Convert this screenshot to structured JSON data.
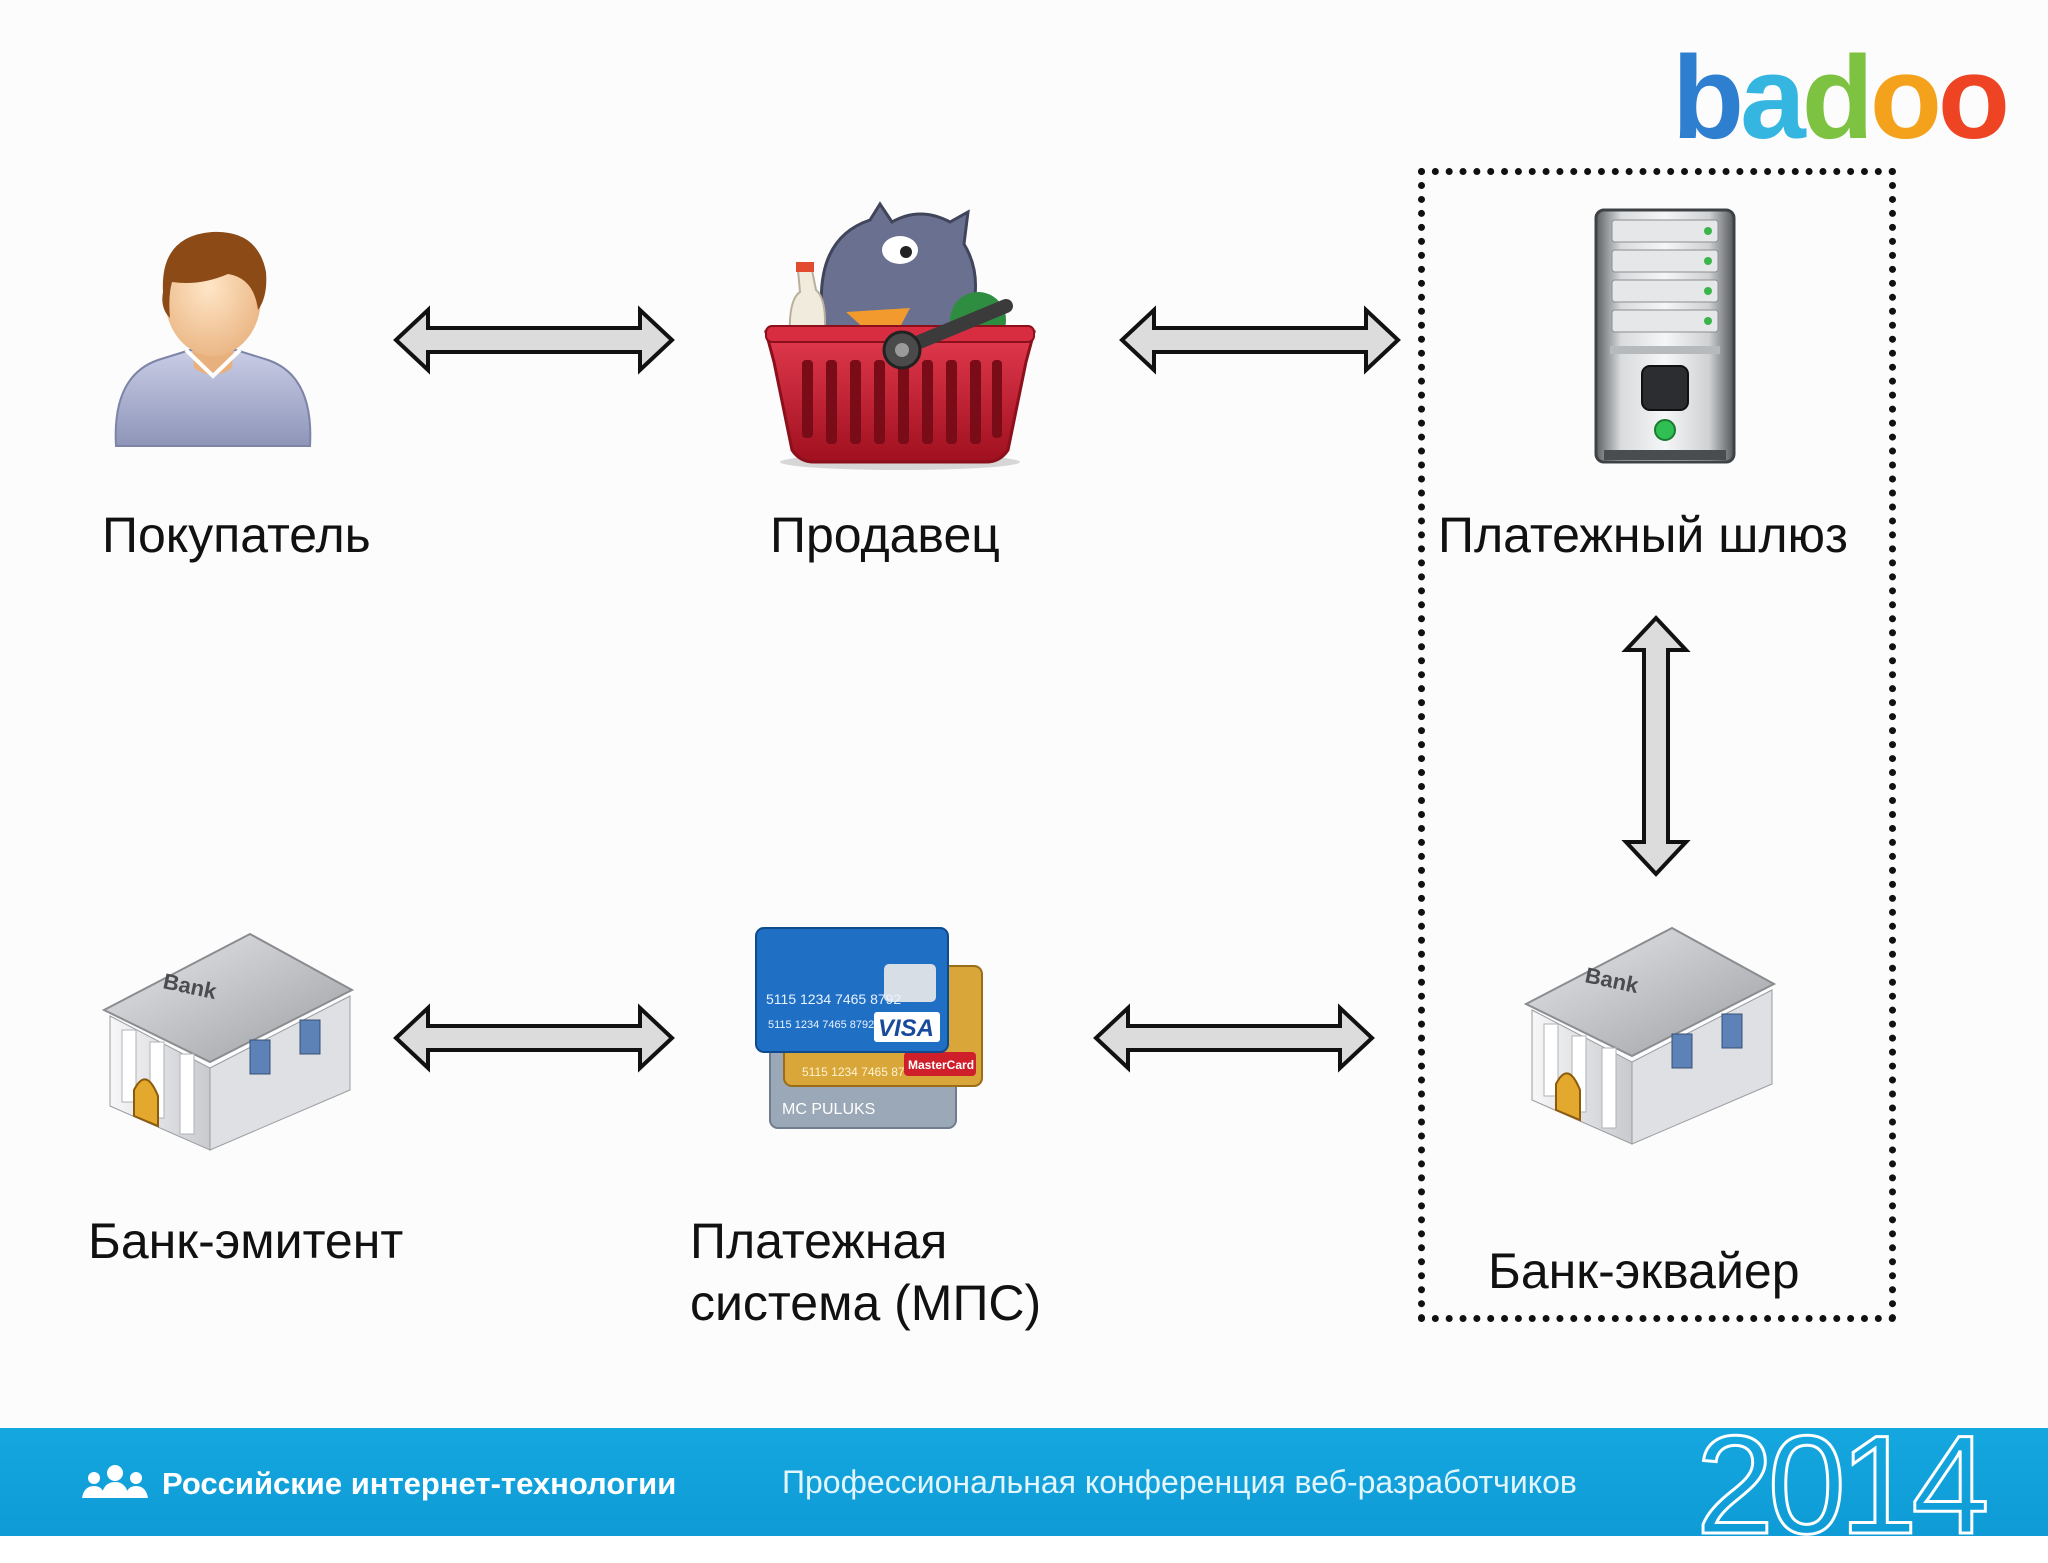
{
  "logo": {
    "letters": [
      "b",
      "a",
      "d",
      "o",
      "o"
    ],
    "colors": [
      "#2f7fd0",
      "#35b6e0",
      "#7dc241",
      "#f4a21b",
      "#ee4423"
    ]
  },
  "nodes": {
    "buyer": "Покупатель",
    "seller": "Продавец",
    "gateway": "Платежный шлюз",
    "issuer": "Банк-эмитент",
    "mps_line1": "Платежная",
    "mps_line2": "система (МПС)",
    "acquirer": "Банк-эквайер"
  },
  "icons": {
    "bank_label": "Bank",
    "card_front_number": "5115 1234 7465 8792",
    "card_visa": "VISA",
    "card_mastercard": "MasterCard",
    "card_back_name": "MC PULUKS"
  },
  "footer": {
    "left": "Российские интернет-технологии",
    "center": "Профессиональная конференция веб-разработчиков",
    "year": "2014"
  },
  "colors": {
    "footer_bg": "#12a3dc",
    "arrow_fill": "#dcdcdc",
    "arrow_stroke": "#111111"
  }
}
